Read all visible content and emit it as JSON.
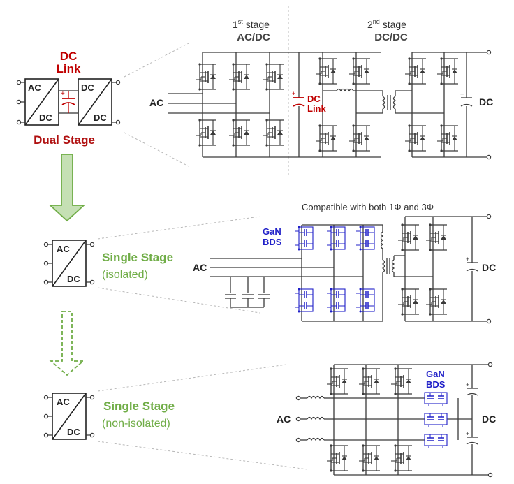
{
  "colors": {
    "red": "#c00000",
    "darkred": "#b01010",
    "green": "#70ad47",
    "arrow_fill": "#c5e0b4",
    "blue": "#2020c8",
    "wire": "#3a3a3a",
    "guide": "#b8b8b8"
  },
  "left": {
    "dc_link_line1": "DC",
    "dc_link_line2": "Link",
    "dual_stage": "Dual Stage",
    "block_ac": "AC",
    "block_dc": "DC",
    "single_isolated": "Single Stage",
    "isolated_sub": "(isolated)",
    "single_nonisolated": "Single Stage",
    "nonisolated_sub": "(non-isolated)"
  },
  "top": {
    "stage1_num": "1",
    "stage1_sup": "st",
    "stage1_word": " stage",
    "stage1_name": "AC/DC",
    "stage2_num": "2",
    "stage2_sup": "nd",
    "stage2_word": " stage",
    "stage2_name": "DC/DC",
    "ac_label": "AC",
    "dc_label": "DC",
    "dclink_line1": "DC",
    "dclink_line2": "Link"
  },
  "middle": {
    "compat_note": "Compatible with both 1Φ and 3Φ",
    "gan_line1": "GaN",
    "gan_line2": "BDS",
    "ac_label": "AC",
    "dc_label": "DC"
  },
  "bottom": {
    "gan_line1": "GaN",
    "gan_line2": "BDS",
    "ac_label": "AC",
    "dc_label": "DC"
  }
}
